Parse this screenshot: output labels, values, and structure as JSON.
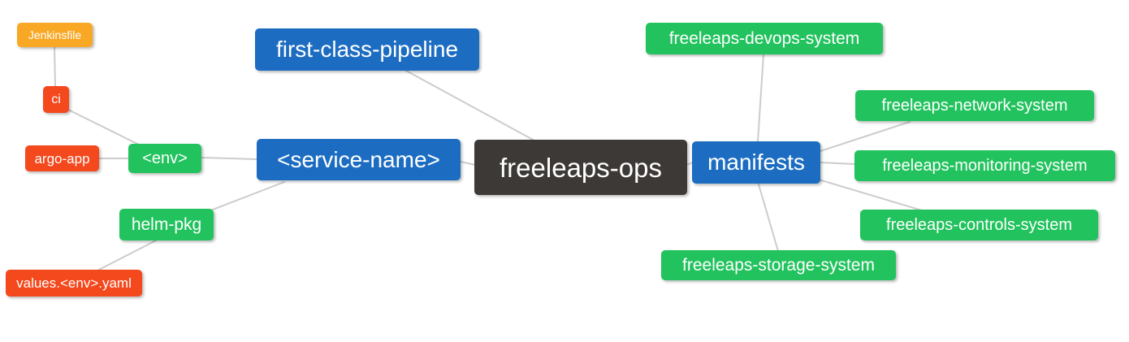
{
  "palette": {
    "orange": "#f9a825",
    "red": "#f4481d",
    "green": "#22c35e",
    "blue": "#1c6dc2",
    "dark": "#3d3936",
    "edge_line": "#cccccc",
    "node_text": "#ffffff",
    "background": "#ffffff"
  },
  "nodes": [
    {
      "id": "jenkinsfile",
      "label": "Jenkinsfile",
      "color": "orange"
    },
    {
      "id": "ci",
      "label": "ci",
      "color": "red"
    },
    {
      "id": "argo-app",
      "label": "argo-app",
      "color": "red"
    },
    {
      "id": "env",
      "label": "<env>",
      "color": "green"
    },
    {
      "id": "helm-pkg",
      "label": "helm-pkg",
      "color": "green"
    },
    {
      "id": "values-env-yaml",
      "label": "values.<env>.yaml",
      "color": "red"
    },
    {
      "id": "first-class-pipeline",
      "label": "first-class-pipeline",
      "color": "blue"
    },
    {
      "id": "service-name",
      "label": "<service-name>",
      "color": "blue"
    },
    {
      "id": "freeleaps-ops",
      "label": "freeleaps-ops",
      "color": "dark"
    },
    {
      "id": "manifests",
      "label": "manifests",
      "color": "blue"
    },
    {
      "id": "freeleaps-devops-system",
      "label": "freeleaps-devops-system",
      "color": "green"
    },
    {
      "id": "freeleaps-network-system",
      "label": "freeleaps-network-system",
      "color": "green"
    },
    {
      "id": "freeleaps-monitoring-system",
      "label": "freeleaps-monitoring-system",
      "color": "green"
    },
    {
      "id": "freeleaps-controls-system",
      "label": "freeleaps-controls-system",
      "color": "green"
    },
    {
      "id": "freeleaps-storage-system",
      "label": "freeleaps-storage-system",
      "color": "green"
    }
  ],
  "edges": [
    {
      "from": "jenkinsfile",
      "to": "ci"
    },
    {
      "from": "ci",
      "to": "env"
    },
    {
      "from": "argo-app",
      "to": "env"
    },
    {
      "from": "env",
      "to": "service-name"
    },
    {
      "from": "service-name",
      "to": "helm-pkg"
    },
    {
      "from": "helm-pkg",
      "to": "values-env-yaml"
    },
    {
      "from": "first-class-pipeline",
      "to": "freeleaps-ops"
    },
    {
      "from": "service-name",
      "to": "freeleaps-ops"
    },
    {
      "from": "freeleaps-ops",
      "to": "manifests"
    },
    {
      "from": "manifests",
      "to": "freeleaps-devops-system"
    },
    {
      "from": "manifests",
      "to": "freeleaps-network-system"
    },
    {
      "from": "manifests",
      "to": "freeleaps-monitoring-system"
    },
    {
      "from": "manifests",
      "to": "freeleaps-controls-system"
    },
    {
      "from": "manifests",
      "to": "freeleaps-storage-system"
    }
  ]
}
